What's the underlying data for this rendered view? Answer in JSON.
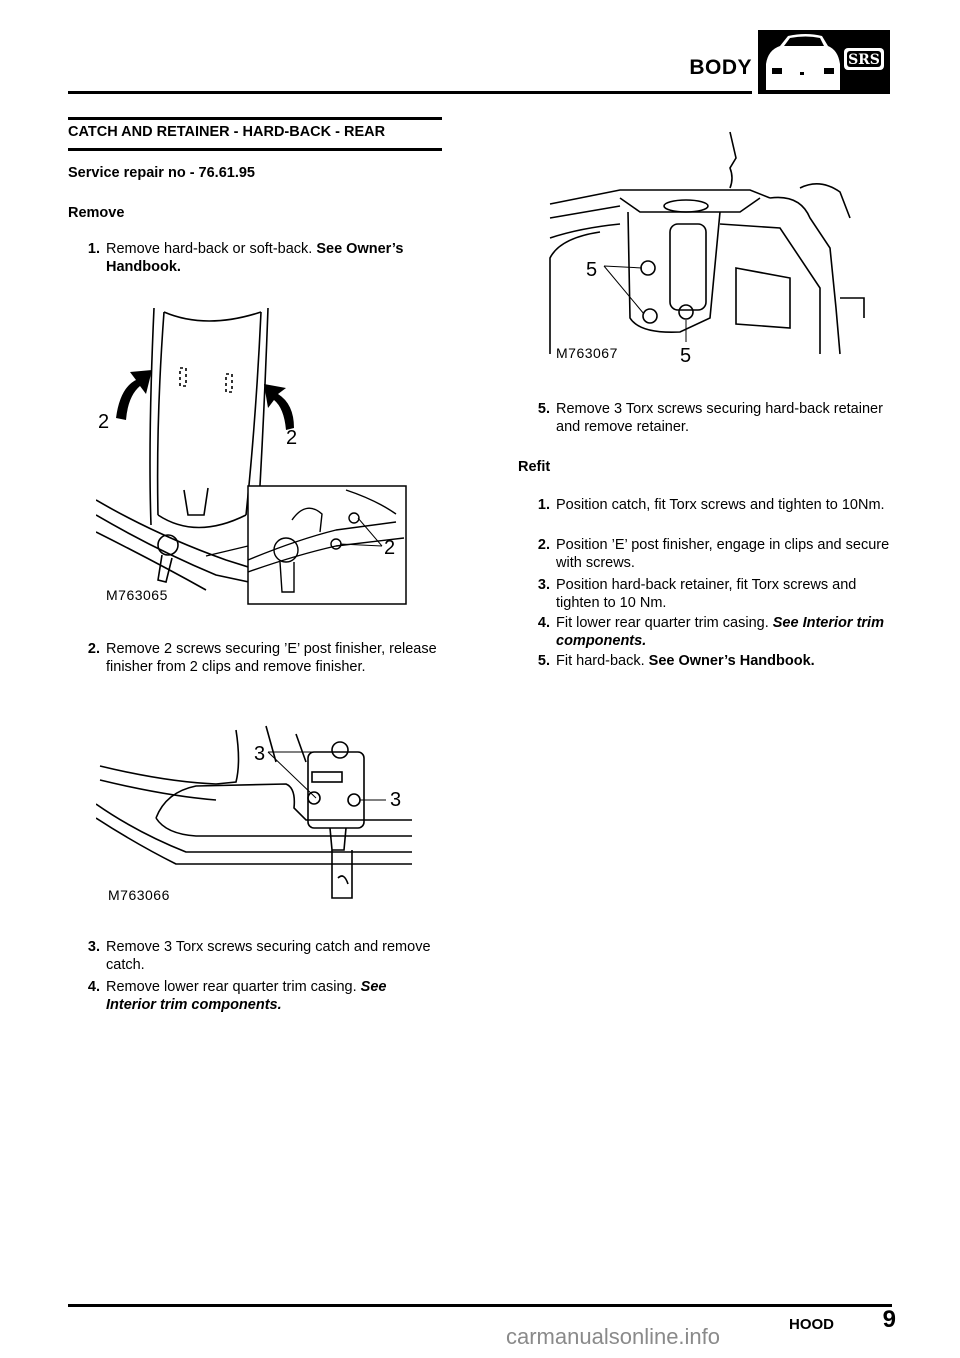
{
  "header": {
    "title": "BODY",
    "badge_text": "SRS"
  },
  "section": {
    "title": "CATCH AND RETAINER - HARD-BACK - REAR"
  },
  "service_repair": "Service repair no - 76.61.95",
  "remove": {
    "heading": "Remove",
    "steps": [
      {
        "num": "1.",
        "text": "Remove hard-back or soft-back. ",
        "ref": "See Owner’s Handbook."
      },
      {
        "num": "2.",
        "text": "Remove 2 screws securing ’E’ post finisher, release finisher from 2 clips and remove finisher."
      },
      {
        "num": "3.",
        "text": "Remove 3 Torx screws securing catch and remove catch."
      },
      {
        "num": "4.",
        "text": "Remove lower rear quarter trim casing. ",
        "ref": "See Interior trim components."
      },
      {
        "num": "5.",
        "text": "Remove 3 Torx screws securing hard-back retainer and remove retainer."
      }
    ]
  },
  "refit": {
    "heading": "Refit",
    "steps": [
      {
        "num": "1.",
        "text": "Position catch, fit Torx screws and tighten to 10Nm."
      },
      {
        "num": "2.",
        "text": "Position ’E’ post finisher, engage in clips and secure with screws."
      },
      {
        "num": "3.",
        "text": "Position hard-back retainer, fit Torx screws and tighten to 10 Nm."
      },
      {
        "num": "4.",
        "text": "Fit lower rear quarter trim casing. ",
        "ref": "See Interior trim components."
      },
      {
        "num": "5.",
        "text": "Fit hard-back. ",
        "ref": "See Owner’s Handbook."
      }
    ]
  },
  "figures": [
    {
      "label": "M763065",
      "callouts": [
        "2",
        "2",
        "2"
      ]
    },
    {
      "label": "M763066",
      "callouts": [
        "3",
        "3"
      ]
    },
    {
      "label": "M763067",
      "callouts": [
        "5",
        "5"
      ]
    }
  ],
  "footer": {
    "section": "HOOD",
    "page": "9"
  },
  "watermark": "carmanualsonline.info"
}
